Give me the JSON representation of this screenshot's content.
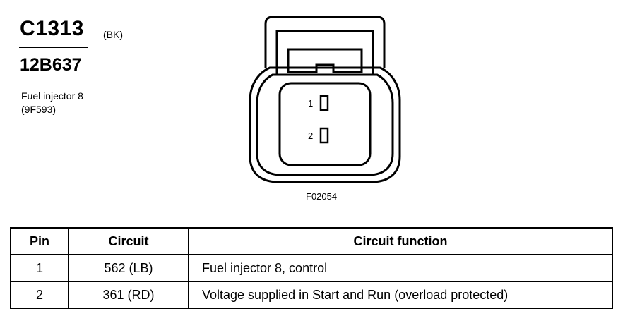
{
  "header": {
    "connector_id": "C1313",
    "color_code": "(BK)",
    "part_number": "12B637",
    "component_name": "Fuel injector 8",
    "component_code": "(9F593)"
  },
  "figure": {
    "figure_id": "F02054",
    "pins": [
      {
        "number": "1"
      },
      {
        "number": "2"
      }
    ]
  },
  "pin_table": {
    "headers": {
      "pin": "Pin",
      "circuit": "Circuit",
      "function": "Circuit function"
    },
    "rows": [
      {
        "pin": "1",
        "circuit": "562 (LB)",
        "function": "Fuel injector 8, control"
      },
      {
        "pin": "2",
        "circuit": "361 (RD)",
        "function": "Voltage supplied in Start and Run (overload protected)"
      }
    ]
  }
}
